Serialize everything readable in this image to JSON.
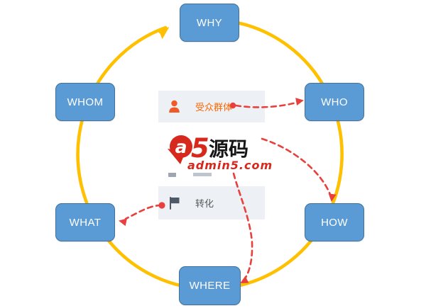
{
  "diagram": {
    "nodes": [
      {
        "id": "why",
        "label": "WHY"
      },
      {
        "id": "who",
        "label": "WHO"
      },
      {
        "id": "how",
        "label": "HOW"
      },
      {
        "id": "where",
        "label": "WHERE"
      },
      {
        "id": "what",
        "label": "WHAT"
      },
      {
        "id": "whom",
        "label": "WHOM"
      }
    ],
    "colors": {
      "cycle_arrow": "#FFC000",
      "node_fill": "#5B9BD5",
      "node_border": "#41719C",
      "node_text": "#FFFFFF",
      "connector": "#E8403C"
    }
  },
  "panel": {
    "row_background": "#EDF0F4",
    "rows": [
      {
        "icon": "person-icon",
        "label": "受众群体",
        "text_color": "#FF6600"
      },
      {
        "icon": "flag-icon",
        "label": "转化",
        "text_color": "#595959"
      }
    ]
  },
  "watermark": {
    "letter": "a",
    "digit": "5",
    "name": "源码",
    "domain": "admin5.com",
    "red": "#D7281D"
  }
}
